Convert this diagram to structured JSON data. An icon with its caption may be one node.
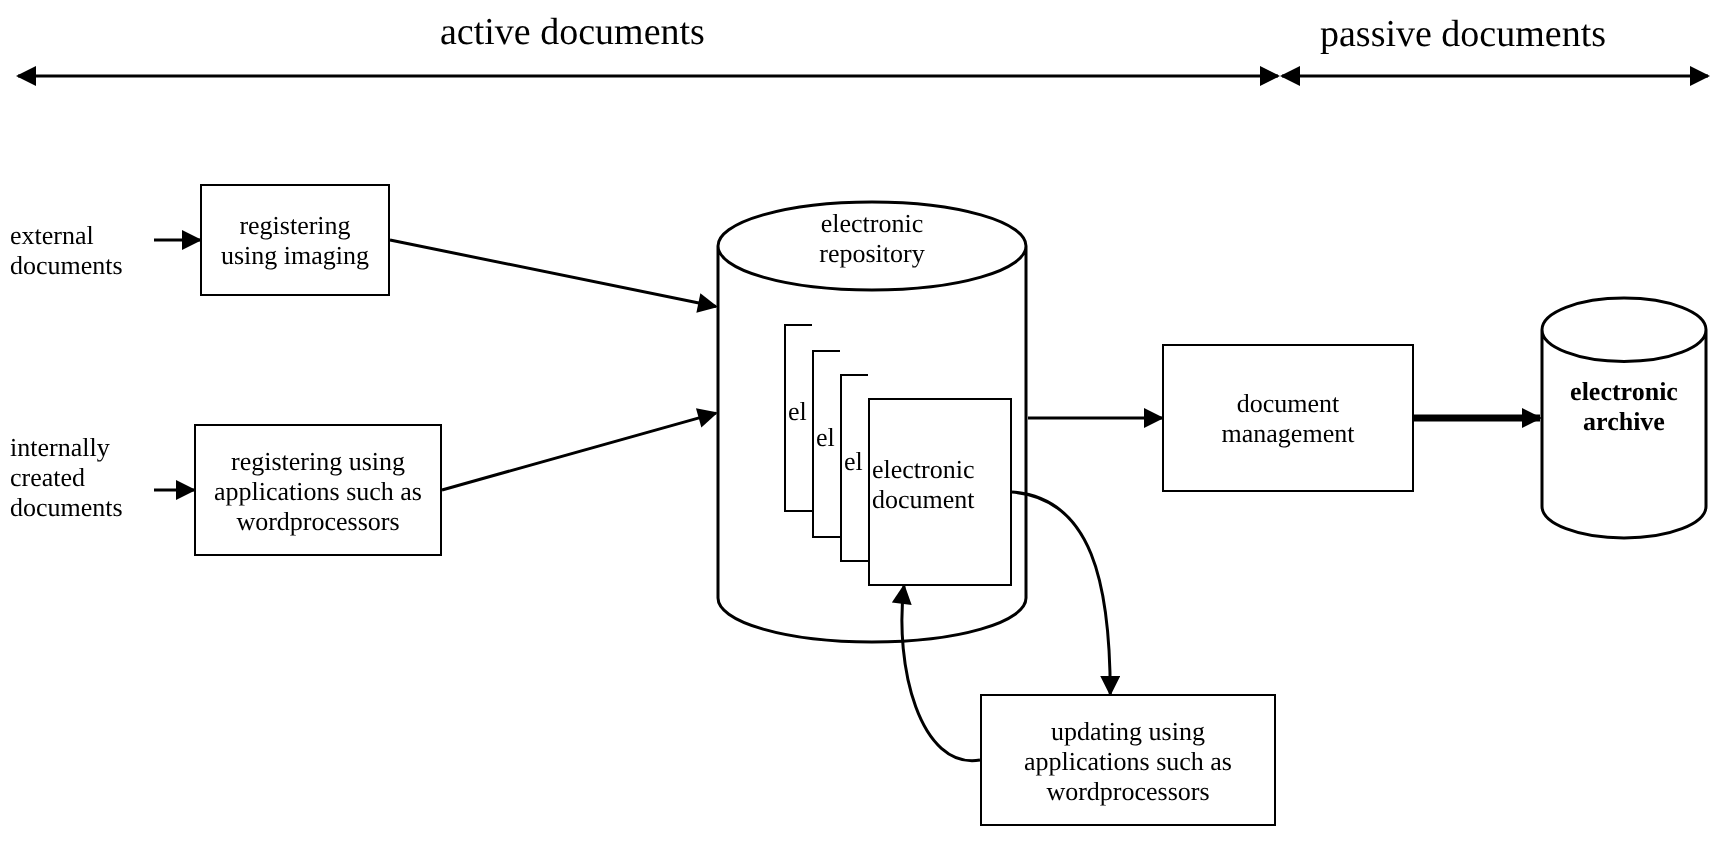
{
  "diagram": {
    "nodes": [
      {
        "text": [
          "external documents"
        ]
      },
      {
        "text": [
          "registering using imaging"
        ]
      },
      {
        "text": [
          "internally created documents"
        ]
      },
      {
        "text": [
          "registering using applications such as wordprocessors"
        ]
      },
      {
        "text": [
          "electronic repository"
        ]
      },
      {
        "text": [
          "el"
        ],
        "in": 4
      },
      {
        "text": [
          "el"
        ],
        "in": 4
      },
      {
        "text": [
          "el"
        ],
        "in": 4
      },
      {
        "text": [
          "electronic document"
        ],
        "in": 4
      },
      {
        "text": [
          "document management"
        ]
      },
      {
        "text": [
          "electronic archive"
        ]
      },
      {
        "text": [
          "updating using applications such as wordprocessors"
        ]
      }
    ],
    "edges": [
      {
        "from": 0,
        "to": 1,
        "arrow": "to"
      },
      {
        "from": 2,
        "to": 3,
        "arrow": "to"
      },
      {
        "from": 1,
        "to": 4,
        "arrow": "to"
      },
      {
        "from": 3,
        "to": 4,
        "arrow": "to"
      },
      {
        "from": 4,
        "to": 9,
        "arrow": "to"
      },
      {
        "from": 9,
        "to": 10,
        "arrow": "to",
        "style": "thick"
      },
      {
        "from": 8,
        "to": 11,
        "arrow": "to"
      },
      {
        "from": 11,
        "to": 8,
        "arrow": "to"
      }
    ],
    "labels": [
      "active documents",
      "passive documents"
    ]
  }
}
